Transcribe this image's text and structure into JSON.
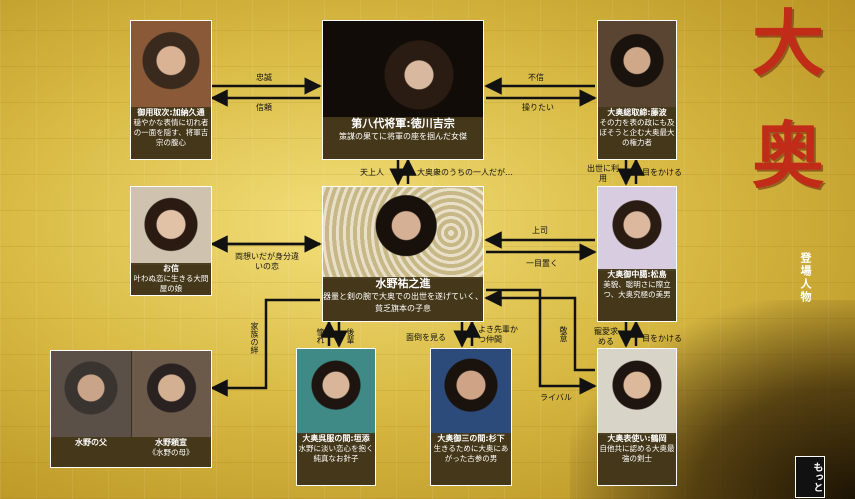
{
  "title": {
    "kanji_top": "大",
    "kanji_bottom": "奥",
    "subtitle": "登場人物"
  },
  "more_button": "もっと",
  "characters": [
    {
      "id": "yoshimune",
      "name": "第八代将軍:徳川吉宗",
      "desc": "策謀の果てに将軍の座を掴んだ女傑"
    },
    {
      "id": "kanou",
      "name": "御用取次:加納久通",
      "desc": "穏やかな表情に切れ者の一面を隠す、将軍吉宗の腹心"
    },
    {
      "id": "fujinami",
      "name": "大奥総取締:藤波",
      "desc": "その力を表の政にも及ぼそうと企む大奥最大の権力者"
    },
    {
      "id": "oshin",
      "name": "お信",
      "desc": "叶わぬ恋に生きる大問屋の娘"
    },
    {
      "id": "yunoshin",
      "name": "水野祐之進",
      "desc": "器量と剣の腕で大奥での出世を遂げていく、貧乏旗本の子息"
    },
    {
      "id": "matsushima",
      "name": "大奥御中臈:松島",
      "desc": "美貌、聡明さに際立つ、大奥究極の美男"
    },
    {
      "id": "father",
      "name": "水野の父",
      "desc": ""
    },
    {
      "id": "mother",
      "name": "水野頼宣",
      "desc": "《水野の母》"
    },
    {
      "id": "kakizoe",
      "name": "大奥呉服の間:垣添",
      "desc": "水野に淡い恋心を抱く純真なお針子"
    },
    {
      "id": "sugishita",
      "name": "大奥御三の間:杉下",
      "desc": "生きるために大奥にあがった古参の男"
    },
    {
      "id": "tsuruoka",
      "name": "大奥表使い:鶴岡",
      "desc": "自他共に認める大奥最強の剣士"
    }
  ],
  "relations": {
    "chusei": "忠誠",
    "shinrai": "信頼",
    "fushin": "不信",
    "ayatsuritai": "操りたい",
    "tenjoubito": "天上人",
    "hitori": "大奥衆のうちの一人だが…",
    "shusse": "出世に利用",
    "me_wo_kakeru_1": "目をかける",
    "ryouomoi": "両想いだが身分違いの恋",
    "joushi": "上司",
    "ichimoku": "一目置く",
    "kazoku": "家族の絆",
    "akogare": "憧れ",
    "kouhai": "後輩",
    "mendou": "面倒を見る",
    "yoki_senpai": "よき先輩かつ仲間",
    "kei_i": "敬意",
    "chouai": "寵愛求める",
    "me_wo_kakeru_2": "目をかける",
    "rival": "ライバル"
  }
}
